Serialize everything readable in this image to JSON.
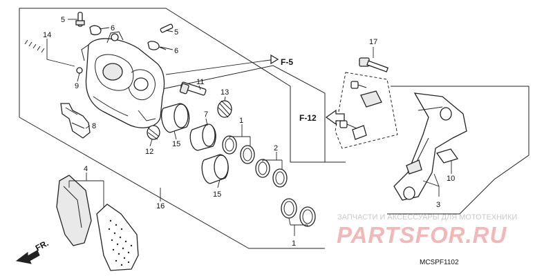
{
  "diagram": {
    "callouts": {
      "c1a": "1",
      "c1b": "1",
      "c2": "2",
      "c3": "3",
      "c4": "4",
      "c5a": "5",
      "c5b": "5",
      "c6a": "6",
      "c6b": "6",
      "c7": "7",
      "c8": "8",
      "c9": "9",
      "c10": "10",
      "c11": "11",
      "c12": "12",
      "c13": "13",
      "c14": "14",
      "c15a": "15",
      "c15b": "15",
      "c16": "16",
      "c17": "17"
    },
    "refs": {
      "f5": "F-5",
      "f12": "F-12",
      "front": "FR."
    },
    "diagram_code": "MCSPF1102",
    "watermark": {
      "tagline": "ЗАПЧАСТИ И АКСЕССУАРЫ ДЛЯ МОТОТЕХНИКИ",
      "logo": "PARTSFOR.RU"
    }
  }
}
